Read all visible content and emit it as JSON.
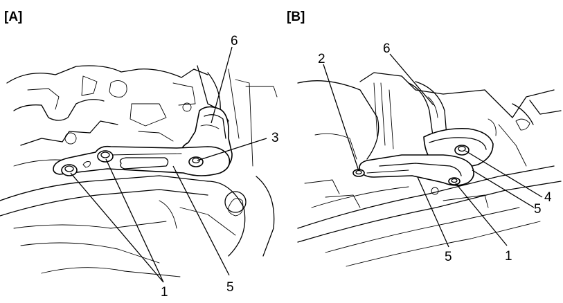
{
  "panels": [
    {
      "tag": "[A]",
      "callouts": [
        "6",
        "3",
        "1",
        "5"
      ]
    },
    {
      "tag": "[B]",
      "callouts": [
        "2",
        "6",
        "4",
        "5",
        "5",
        "1"
      ]
    }
  ]
}
